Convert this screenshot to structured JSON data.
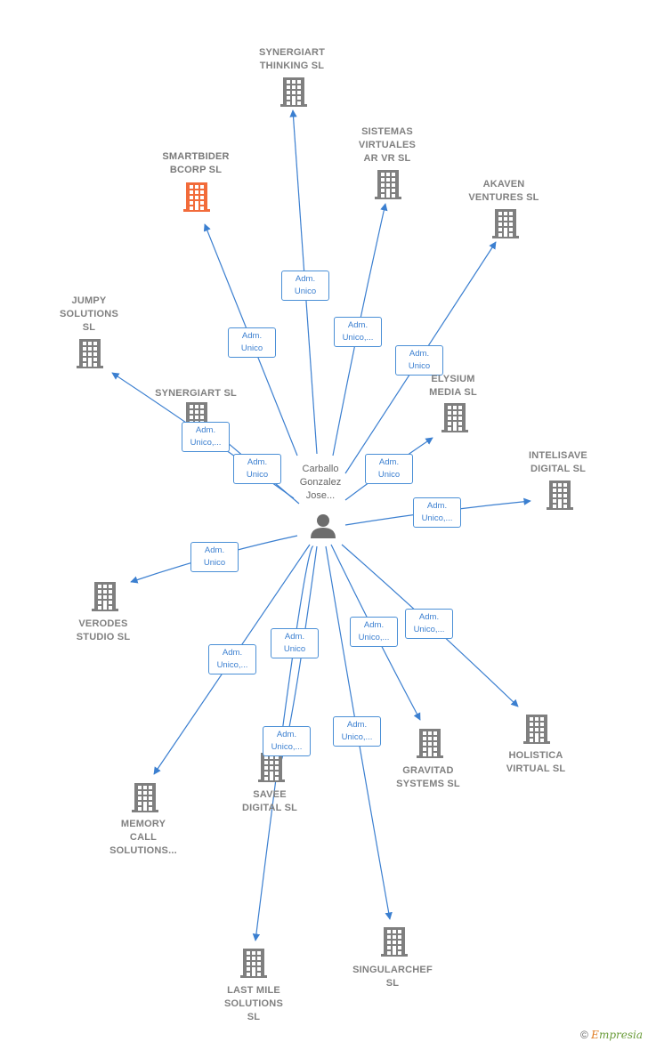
{
  "colors": {
    "edge": "#3b7fd0",
    "building": "#7f7f7f",
    "highlight": "#f26b3a",
    "person": "#6d6d6d"
  },
  "center": {
    "label": "Carballo\nGonzalez\nJose...",
    "icon": "person-icon"
  },
  "nodes": [
    {
      "id": "synergiart-thinking",
      "label": "SYNERGIART\nTHINKING  SL",
      "highlight": false
    },
    {
      "id": "sistemas-virtuales",
      "label": "SISTEMAS\nVIRTUALES\nAR VR  SL",
      "highlight": false
    },
    {
      "id": "smartbider",
      "label": "SMARTBIDER\nBCORP  SL",
      "highlight": true
    },
    {
      "id": "akaven",
      "label": "AKAVEN\nVENTURES  SL",
      "highlight": false
    },
    {
      "id": "jumpy",
      "label": "JUMPY\nSOLUTIONS\nSL",
      "highlight": false
    },
    {
      "id": "synergiart",
      "label": "SYNERGIART SL",
      "highlight": false
    },
    {
      "id": "elysium",
      "label": "ELYSIUM\nMEDIA  SL",
      "highlight": false
    },
    {
      "id": "intelisave",
      "label": "INTELISAVE\nDIGITAL  SL",
      "highlight": false
    },
    {
      "id": "verodes",
      "label": "VERODES\nSTUDIO SL",
      "highlight": false
    },
    {
      "id": "memory-call",
      "label": "MEMORY\nCALL\nSOLUTIONS...",
      "highlight": false
    },
    {
      "id": "savee",
      "label": "SAVEE\nDIGITAL  SL",
      "highlight": false
    },
    {
      "id": "gravitad",
      "label": "GRAVITAD\nSYSTEMS  SL",
      "highlight": false
    },
    {
      "id": "holistica",
      "label": "HOLISTICA\nVIRTUAL  SL",
      "highlight": false
    },
    {
      "id": "last-mile",
      "label": "LAST MILE\nSOLUTIONS\nSL",
      "highlight": false
    },
    {
      "id": "singularchef",
      "label": "SINGULARCHEF\nSL",
      "highlight": false
    }
  ],
  "edges": [
    {
      "to": "synergiart-thinking",
      "label": "Adm.\nUnico"
    },
    {
      "to": "sistemas-virtuales",
      "label": "Adm.\nUnico,..."
    },
    {
      "to": "smartbider",
      "label": "Adm.\nUnico"
    },
    {
      "to": "akaven",
      "label": "Adm.\nUnico"
    },
    {
      "to": "jumpy",
      "label": "Adm.\nUnico,..."
    },
    {
      "to": "synergiart",
      "label": "Adm.\nUnico"
    },
    {
      "to": "elysium",
      "label": "Adm.\nUnico"
    },
    {
      "to": "intelisave",
      "label": "Adm.\nUnico,..."
    },
    {
      "to": "verodes",
      "label": "Adm.\nUnico"
    },
    {
      "to": "memory-call",
      "label": "Adm.\nUnico,..."
    },
    {
      "to": "last-mile",
      "label": "Adm.\nUnico"
    },
    {
      "to": "savee",
      "label": "Adm.\nUnico,..."
    },
    {
      "to": "gravitad",
      "label": "Adm.\nUnico,..."
    },
    {
      "to": "holistica",
      "label": "Adm.\nUnico,..."
    },
    {
      "to": "singularchef",
      "label": "Adm.\nUnico,..."
    }
  ],
  "footer": {
    "copyright": "©",
    "brand_initial": "E",
    "brand_rest": "mpresia"
  }
}
